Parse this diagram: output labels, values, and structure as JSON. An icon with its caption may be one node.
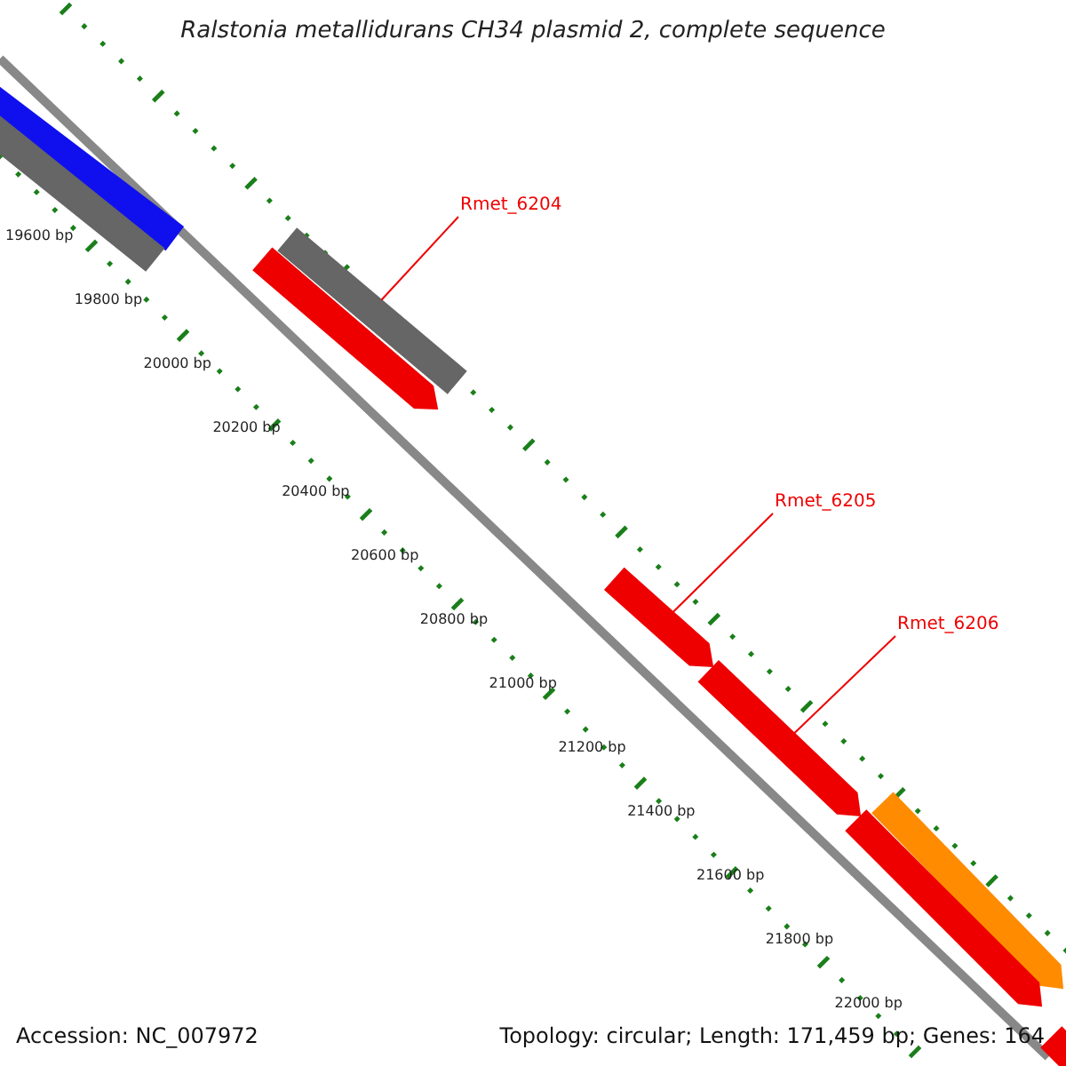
{
  "diagram": {
    "title": "Ralstonia metallidurans CH34 plasmid 2, complete sequence",
    "nodes": [
      {
        "text": [],
        "shape": "bar"
      },
      {
        "text": [],
        "shape": "bar"
      },
      {
        "text": [
          "Rmet_6204"
        ]
      },
      {
        "text": [],
        "shape": "bar"
      },
      {
        "text": [],
        "shape": "arrow"
      },
      {
        "text": [
          "Rmet_6205"
        ]
      },
      {
        "text": [],
        "shape": "arrow"
      },
      {
        "text": [
          "Rmet_6206"
        ]
      },
      {
        "text": [],
        "shape": "arrow"
      },
      {
        "text": [],
        "shape": "arrow"
      },
      {
        "text": [],
        "shape": "arrow"
      },
      {
        "text": [],
        "shape": "arrow"
      }
    ],
    "edges": [
      {
        "from": 2,
        "to": 3,
        "arrow": "none"
      },
      {
        "from": 5,
        "to": 6,
        "arrow": "none"
      },
      {
        "from": 7,
        "to": 8,
        "arrow": "none"
      }
    ],
    "labels": [
      "19600 bp",
      "19800 bp",
      "20000 bp",
      "20200 bp",
      "20400 bp",
      "20600 bp",
      "20800 bp",
      "21000 bp",
      "21200 bp",
      "21400 bp",
      "21600 bp",
      "21800 bp",
      "22000 bp",
      "Accession: NC_007972",
      "Topology: circular; Length: 171,459 bp; Genes: 164"
    ]
  }
}
